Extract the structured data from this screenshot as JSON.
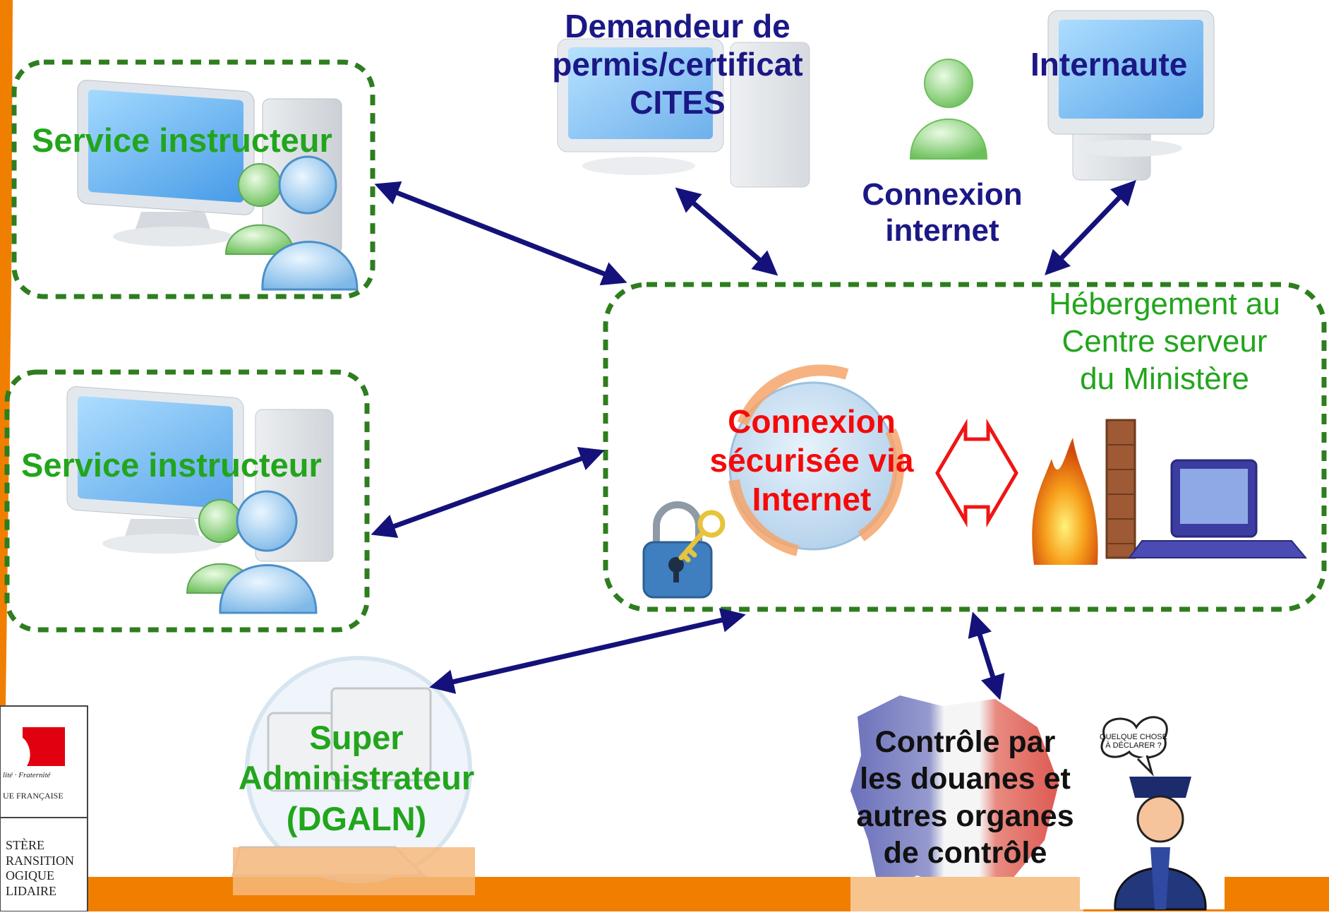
{
  "nodes": {
    "service1": [
      "Service instructeur"
    ],
    "service2": [
      "Service instructeur"
    ],
    "demandeur": [
      "Demandeur de",
      "permis/certificat",
      "CITES"
    ],
    "internaute": [
      "Internaute"
    ],
    "connexion_internet": [
      "Connexion",
      "internet"
    ],
    "hebergement": [
      "Hébergement au",
      "Centre serveur",
      "du Ministère"
    ],
    "connexion_securisee": [
      "Connexion",
      "sécurisée via",
      "Internet"
    ],
    "super_admin": [
      "Super",
      "Administrateur",
      "(DGALN)"
    ],
    "controle": [
      "Contrôle par",
      "les douanes et",
      "autres organes",
      "de contrôle"
    ]
  },
  "speech_bubble": [
    "QUELQUE CHOSE",
    "À DÉCLARER ?"
  ],
  "logo": {
    "motto": "lité · Fraternité",
    "republic": "UE FRANÇAISE",
    "ministry": [
      "STÈRE",
      "RANSITION",
      "OGIQUE",
      "LIDAIRE"
    ]
  },
  "colors": {
    "green_label": "#22a51c",
    "navy_label": "#1b1886",
    "red_label": "#f50a0a",
    "dashed_border": "#2e7d1e",
    "arrow": "#14127a",
    "orange_band": "#f07f00"
  }
}
